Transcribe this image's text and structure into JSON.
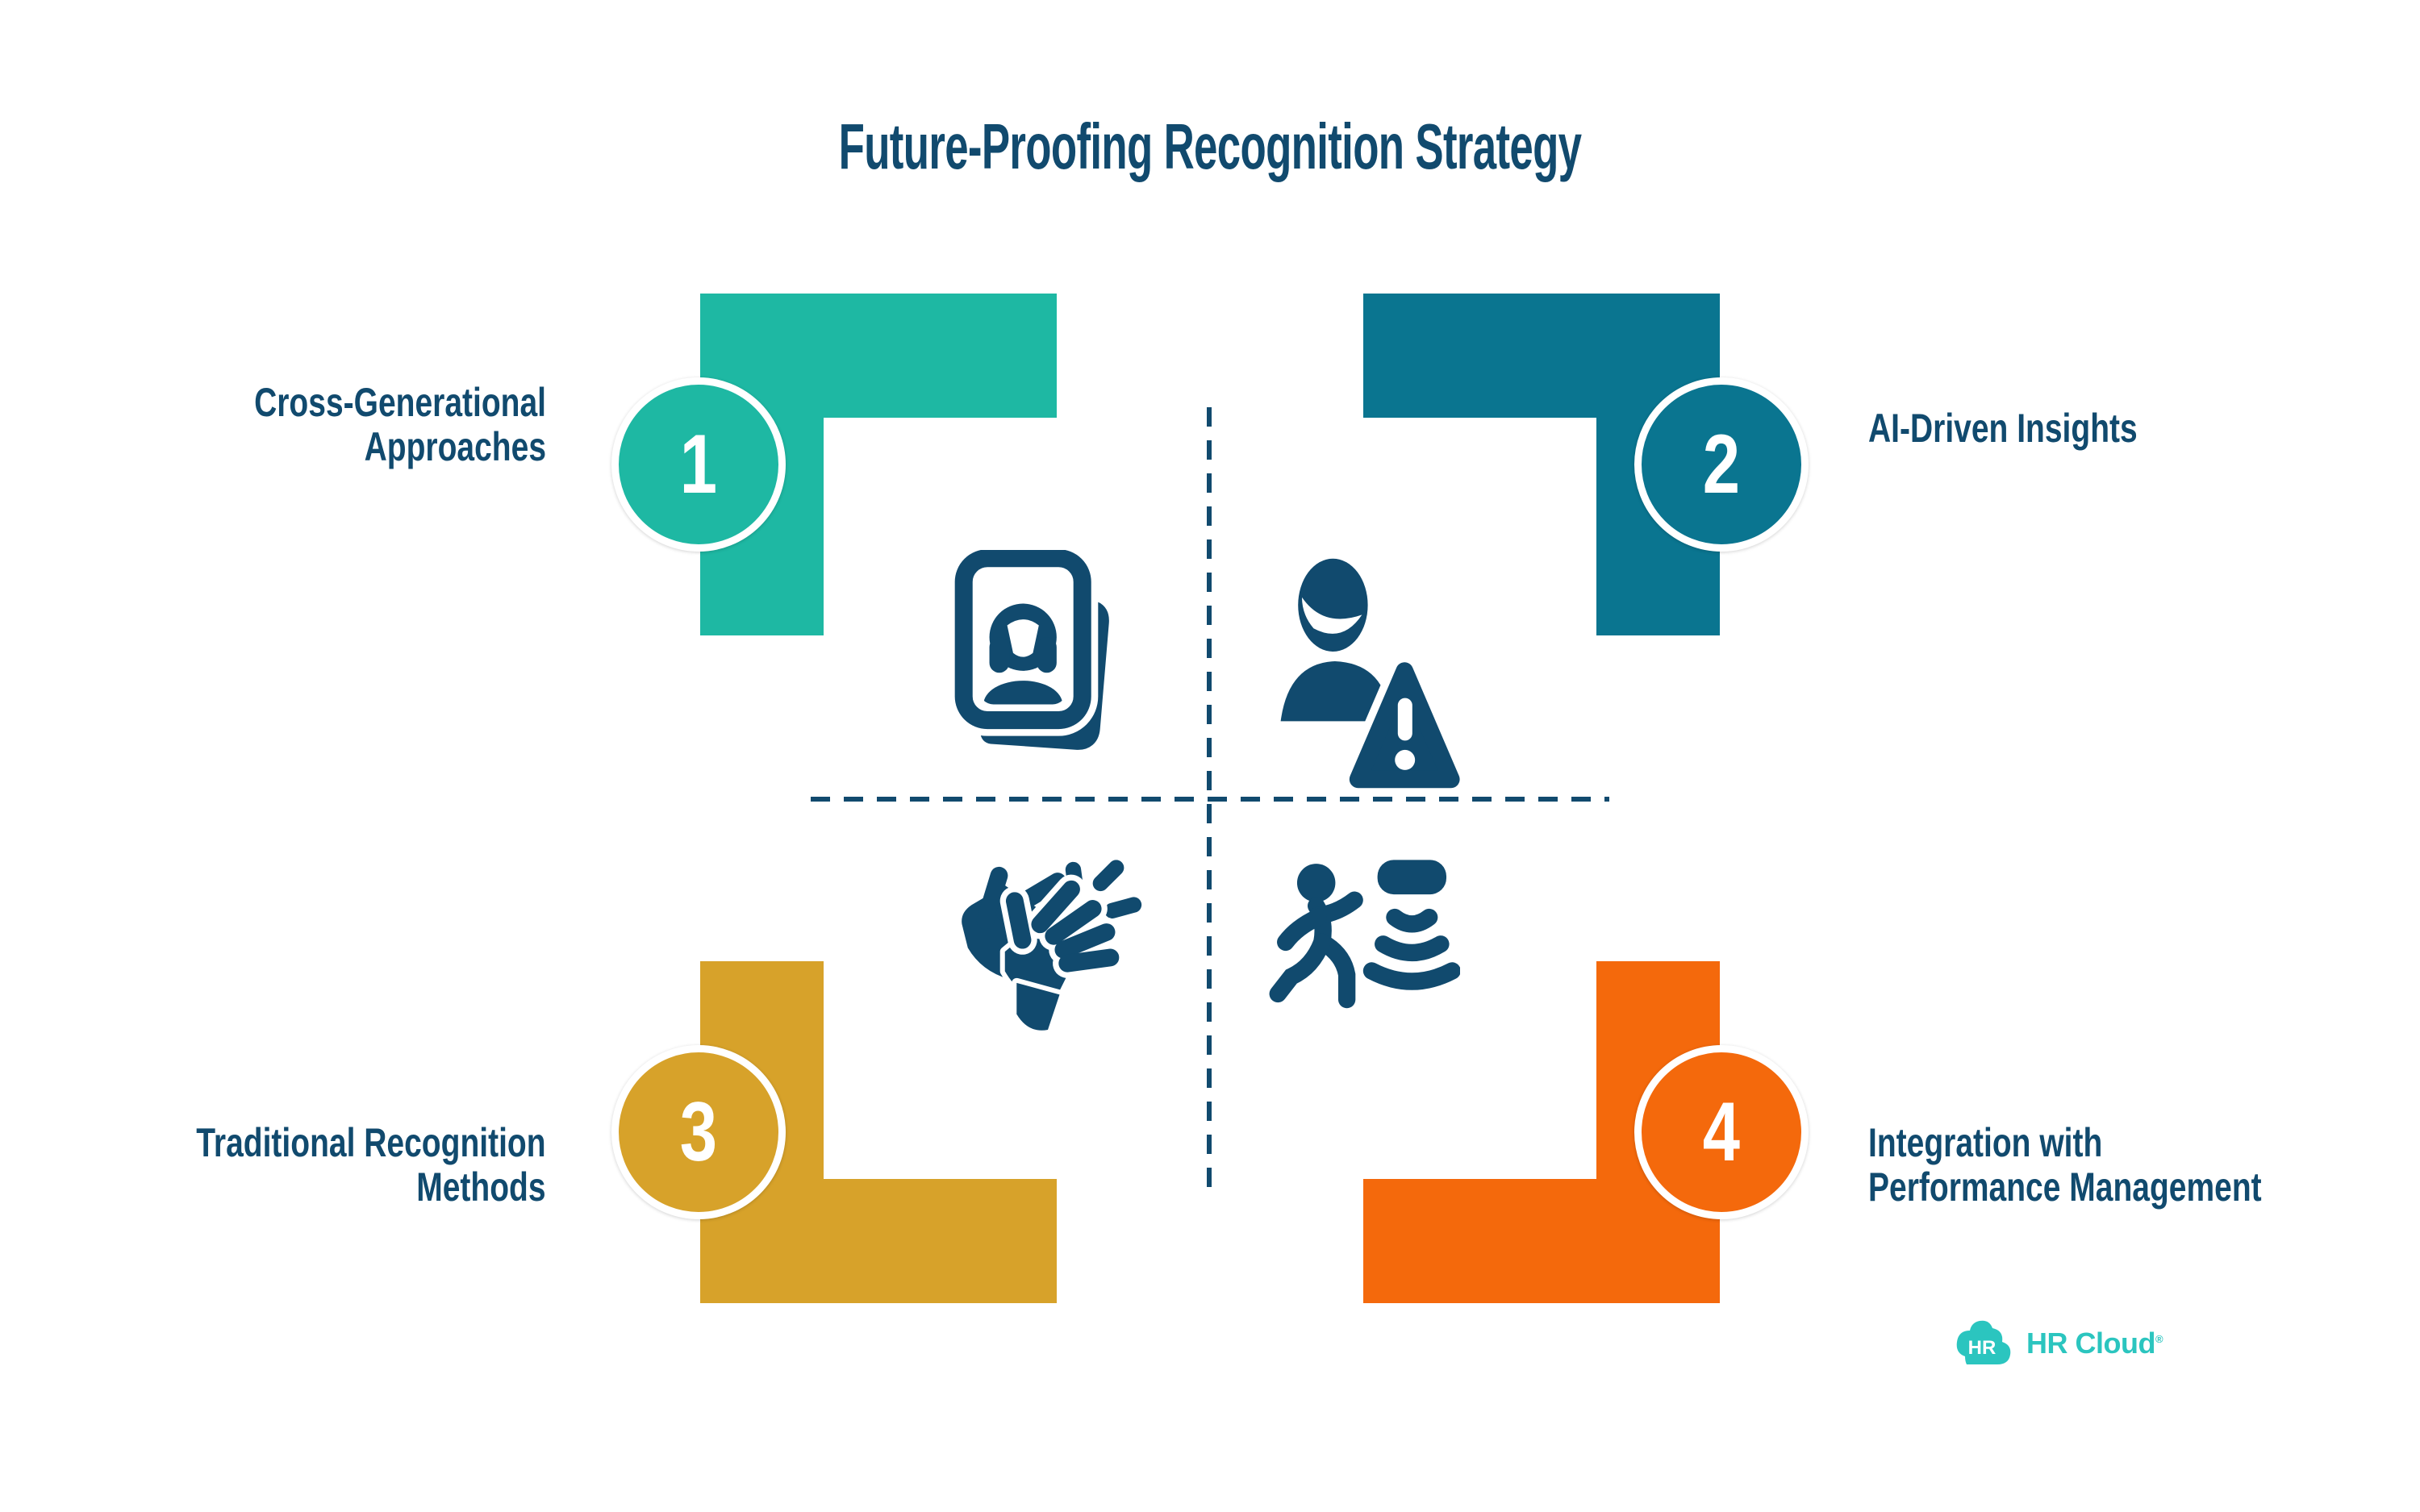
{
  "title": "Future-Proofing Recognition Strategy",
  "quadrants": [
    {
      "number": "1",
      "label_lines": [
        "Cross-Generational",
        "Approaches"
      ],
      "color": "#1EB8A3",
      "icon": "photo-portrait-icon"
    },
    {
      "number": "2",
      "label_lines": [
        "AI-Driven Insights"
      ],
      "color": "#0A7590",
      "icon": "person-alert-icon"
    },
    {
      "number": "3",
      "label_lines": [
        "Traditional Recognition",
        "Methods"
      ],
      "color": "#D7A22A",
      "icon": "clapping-hands-icon"
    },
    {
      "number": "4",
      "label_lines": [
        "Integration with",
        "Performance Management"
      ],
      "color": "#F4690C",
      "icon": "motion-sensor-icon"
    }
  ],
  "logo": {
    "badge": "HR",
    "name": "HR Cloud",
    "registered": "®",
    "color": "#2BC5BF"
  },
  "colors": {
    "navy": "#114A6E",
    "teal": "#1EB8A3",
    "dark_teal": "#0A7590",
    "gold": "#D7A22A",
    "orange": "#F4690C",
    "background": "#FFFFFF"
  }
}
